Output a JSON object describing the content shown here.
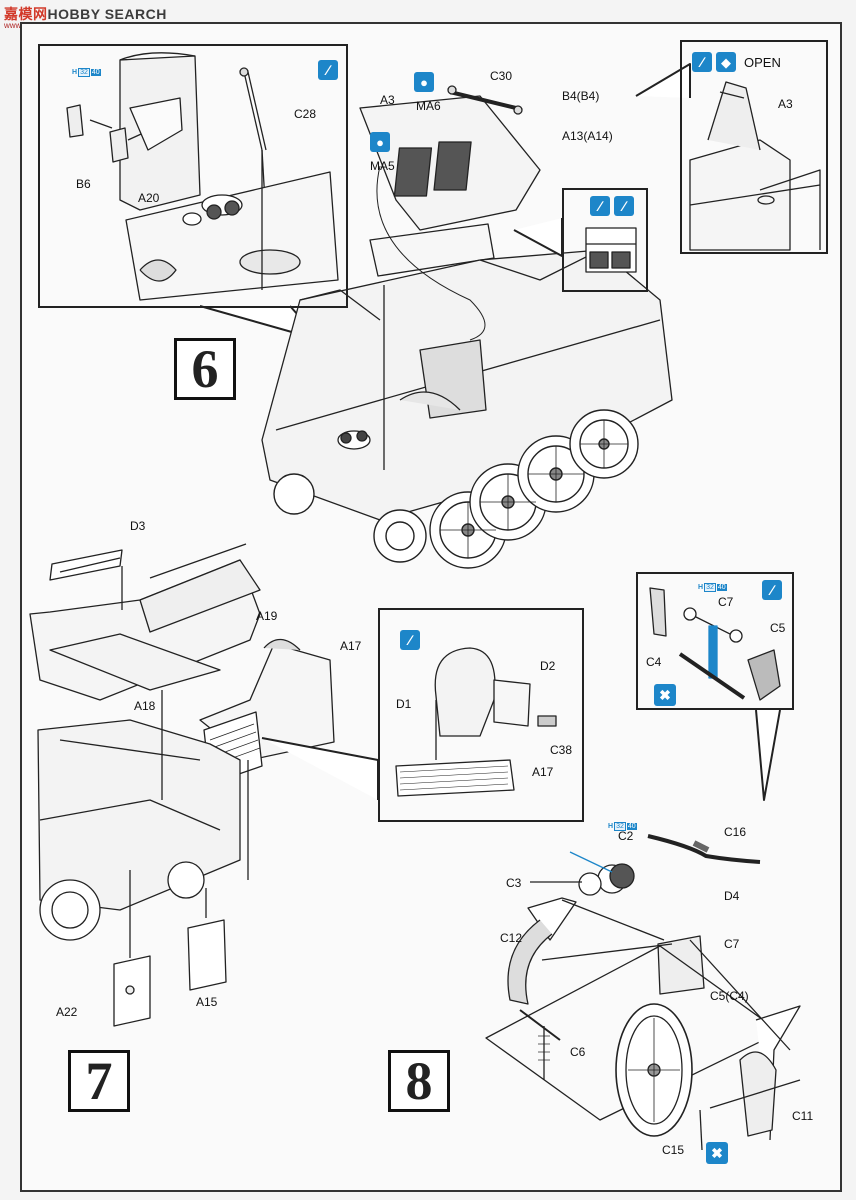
{
  "watermark": {
    "cn": "嘉模网",
    "en": "HOBBY SEARCH",
    "sub": "www.hobbysearch.com"
  },
  "steps": {
    "six": "6",
    "seven": "7",
    "eight": "8"
  },
  "paint": {
    "h": "H",
    "n1": "32",
    "n2": "40"
  },
  "colors": {
    "accent": "#1d86c9",
    "line": "#222222"
  },
  "icons": {
    "glue": "glue-icon",
    "water": "water-drop-icon",
    "remove": "remove-icon",
    "open": "open-icon"
  },
  "labels": {
    "open": "OPEN",
    "c28": "C28",
    "b6": "B6",
    "a20": "A20",
    "a3_main": "A3",
    "ma6": "MA6",
    "ma5": "MA5",
    "c30": "C30",
    "b4": "B4(B4)",
    "a13": "A13(A14)",
    "a3_inset": "A3",
    "d3": "D3",
    "a19": "A19",
    "a18": "A18",
    "a17_main": "A17",
    "a22": "A22",
    "a15": "A15",
    "d2": "D2",
    "d1": "D1",
    "c38": "C38",
    "a17_inset": "A17",
    "c7_inset": "C7",
    "c4": "C4",
    "c5": "C5",
    "c2": "C2",
    "c16": "C16",
    "c3": "C3",
    "d4": "D4",
    "c12": "C12",
    "c7": "C7",
    "c5c4": "C5(C4)",
    "c6": "C6",
    "c11": "C11",
    "c15": "C15"
  }
}
